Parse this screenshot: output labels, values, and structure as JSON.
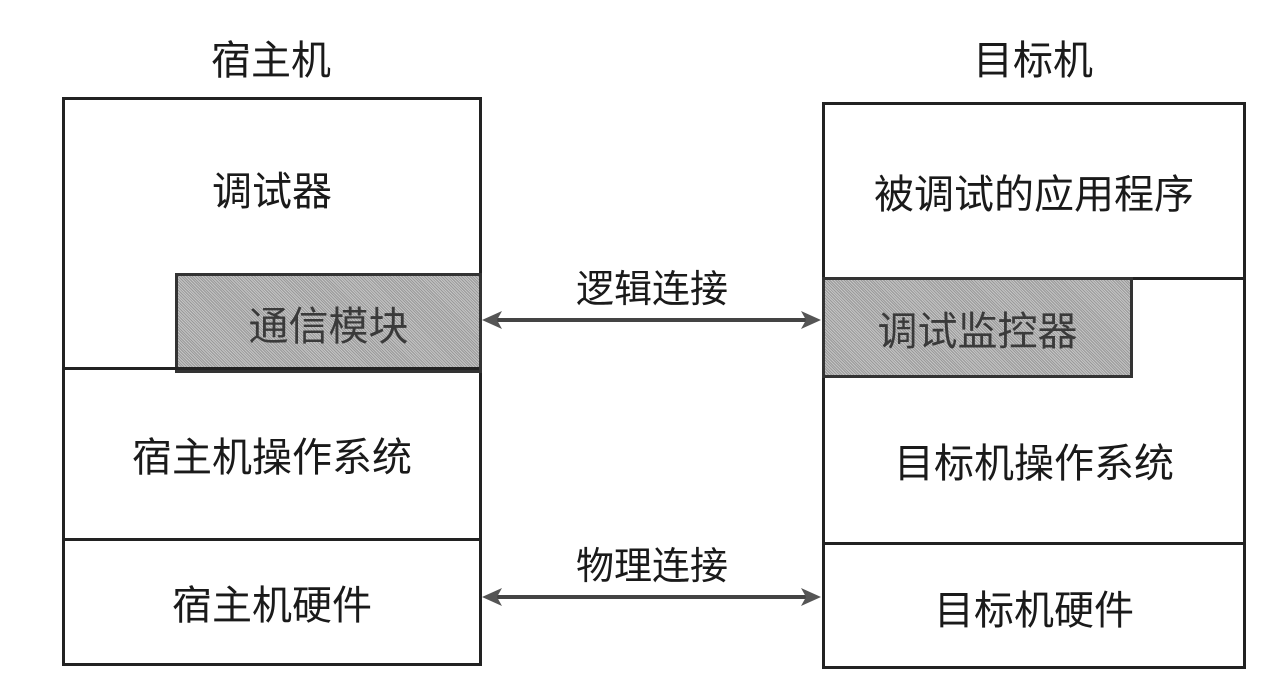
{
  "host": {
    "title": "宿主机",
    "layers": {
      "debugger": "调试器",
      "comm_module": "通信模块",
      "os": "宿主机操作系统",
      "hardware": "宿主机硬件"
    }
  },
  "target": {
    "title": "目标机",
    "layers": {
      "app": "被调试的应用程序",
      "monitor": "调试监控器",
      "os": "目标机操作系统",
      "hardware": "目标机硬件"
    }
  },
  "connections": {
    "logical": "逻辑连接",
    "physical": "物理连接"
  },
  "colors": {
    "line": "#222222",
    "shaded": "#b0b0b0",
    "arrow": "#555555"
  }
}
